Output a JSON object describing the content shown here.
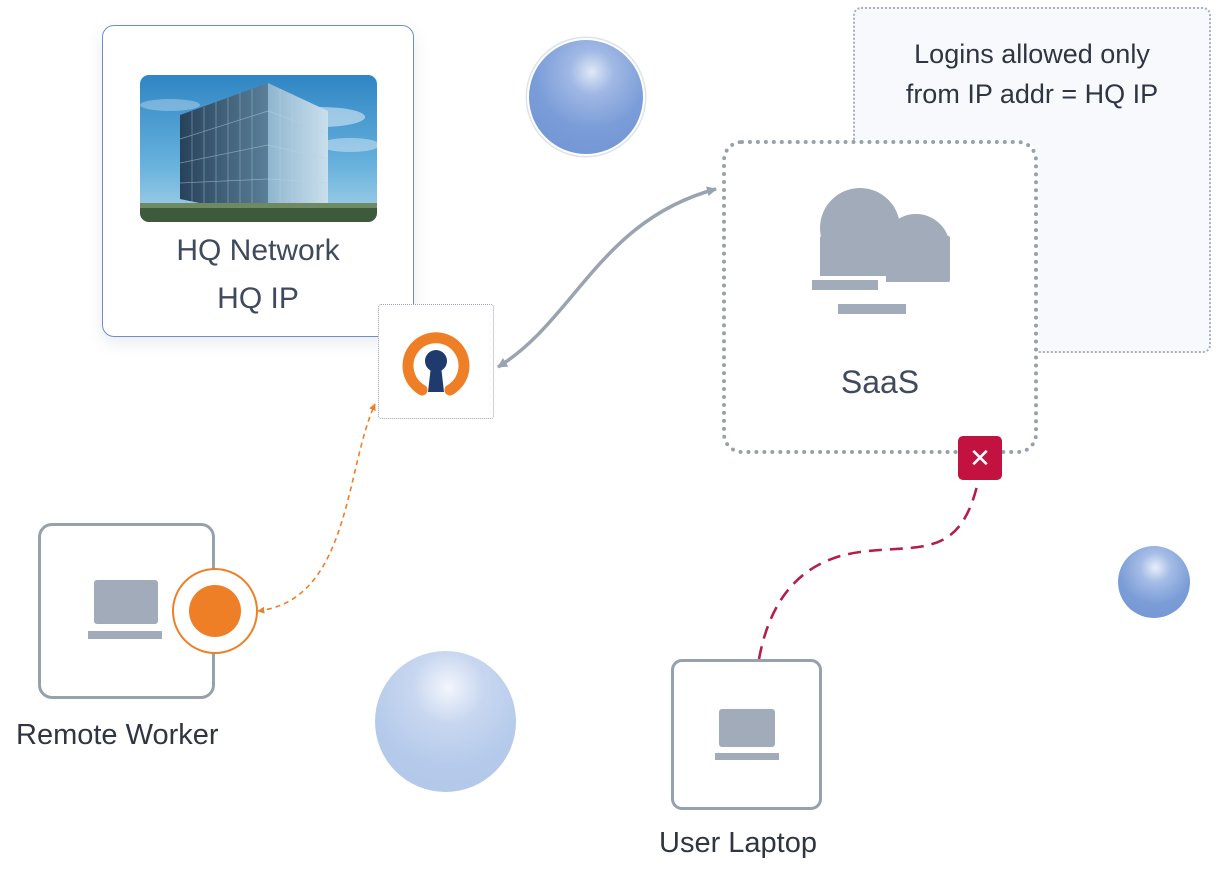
{
  "note": {
    "line1": "Logins allowed only",
    "line2": "from IP addr = HQ IP"
  },
  "hq": {
    "title": "HQ Network",
    "subtitle": "HQ IP",
    "image": "office-building-photo"
  },
  "vpn": {
    "icon": "openvpn-icon"
  },
  "saas": {
    "label": "SaaS",
    "icon": "cloud-icon"
  },
  "blocked": {
    "icon": "x-icon",
    "color": "#c2123f"
  },
  "remote_worker": {
    "label": "Remote Worker",
    "icon": "laptop-icon",
    "agent_icon": "vpn-client-dot-icon"
  },
  "user_laptop": {
    "label": "User Laptop",
    "icon": "laptop-icon"
  },
  "colors": {
    "node_border": "#97a1ad",
    "hq_border": "#6f8fc3",
    "vpn_orange": "#ee7f27",
    "vpn_navy": "#1f3b6e",
    "blocked_link": "#b51d4a",
    "orb_blue": "#7a9dd8"
  }
}
